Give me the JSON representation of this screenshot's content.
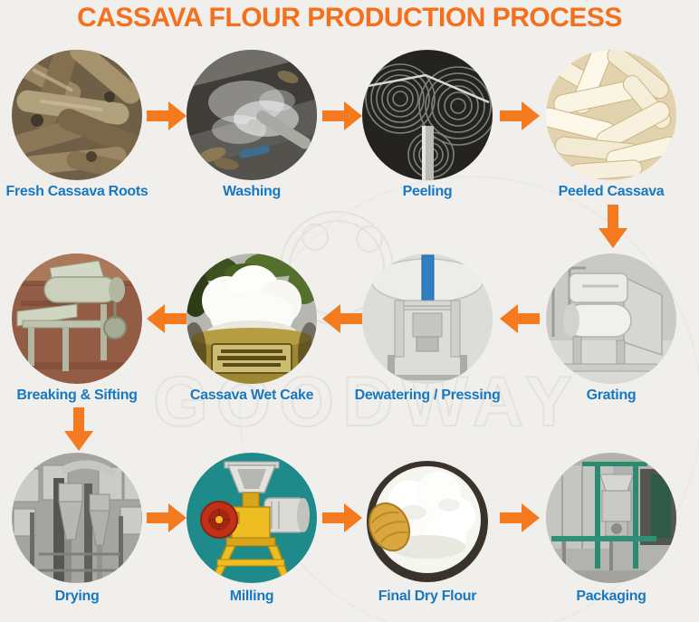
{
  "title": "CASSAVA FLOUR PRODUCTION PROCESS",
  "watermark": "GOODWAY",
  "colors": {
    "title_orange": "#F4701D",
    "arrow_orange": "#F4791F",
    "label_blue": "#1878C2",
    "background": "#F0EFEC"
  },
  "steps": [
    {
      "id": "fresh-cassava-roots",
      "label": "Fresh Cassava Roots"
    },
    {
      "id": "washing",
      "label": "Washing"
    },
    {
      "id": "peeling",
      "label": "Peeling"
    },
    {
      "id": "peeled-cassava",
      "label": "Peeled Cassava"
    },
    {
      "id": "grating",
      "label": "Grating"
    },
    {
      "id": "dewatering-pressing",
      "label": "Dewatering / Pressing"
    },
    {
      "id": "cassava-wet-cake",
      "label": "Cassava Wet Cake"
    },
    {
      "id": "breaking-sifting",
      "label": "Breaking & Sifting"
    },
    {
      "id": "drying",
      "label": "Drying"
    },
    {
      "id": "milling",
      "label": "Milling"
    },
    {
      "id": "final-dry-flour",
      "label": "Final Dry Flour"
    },
    {
      "id": "packaging",
      "label": "Packaging"
    }
  ]
}
